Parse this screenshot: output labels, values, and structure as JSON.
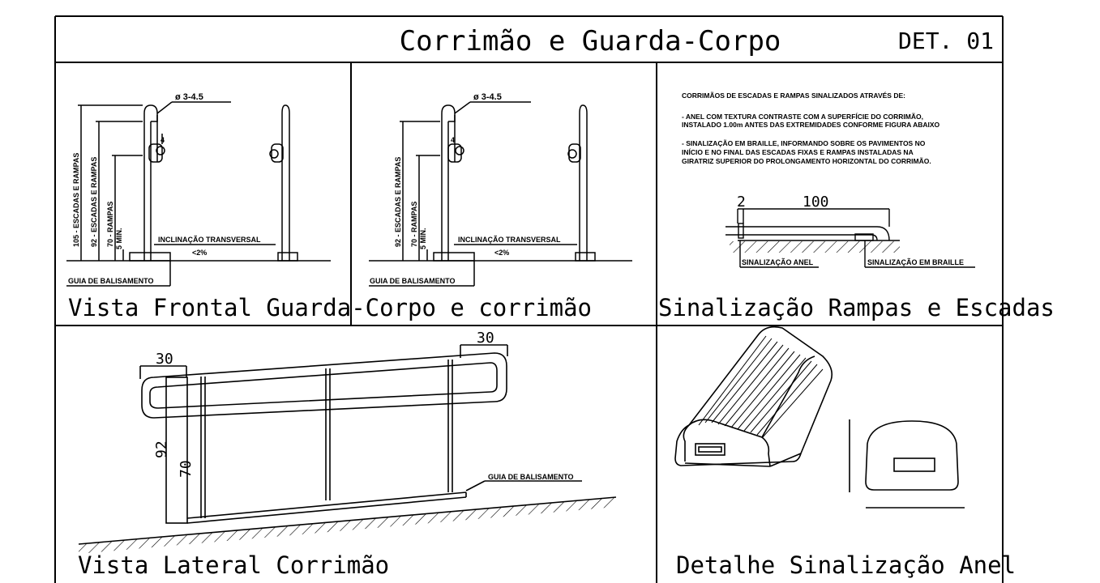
{
  "header": {
    "title": "Corrimão e Guarda-Corpo",
    "detail_code": "DET. 01"
  },
  "panel_front": {
    "caption": "Vista Frontal Guarda-Corpo e corrimão",
    "diameter_label": "ø 3-4.5",
    "dim_105": "105 - ESCADAS E RAMPAS",
    "dim_92": "92 - ESCADAS E RAMPAS",
    "dim_92_rampas": "92 - ESCADAS E RAMPAS",
    "dim_70": "70 - RAMPAS",
    "dim_5": "5 MIN.",
    "dim_4": "4",
    "inclination_label": "INCLINAÇÃO TRANSVERSAL",
    "inclination_value": "<2%",
    "guide_label": "GUIA DE BALISAMENTO"
  },
  "panel_signal": {
    "caption": "Sinalização Rampas e Escadas",
    "note_title": "CORRIMÃOS DE ESCADAS E RAMPAS SINALIZADOS ATRAVÉS DE:",
    "note_1a": "- ANEL COM TEXTURA CONTRASTE COM A SUPERFÍCIE DO CORRIMÃO,",
    "note_1b": "INSTALADO 1.00m ANTES DAS EXTREMIDADES CONFORME FIGURA ABAIXO",
    "note_2a": "- SINALIZAÇÃO EM BRAILLE, INFORMANDO SOBRE OS PAVIMENTOS NO",
    "note_2b": "INÍCIO E NO FINAL DAS ESCADAS FIXAS E RAMPAS INSTALADAS NA",
    "note_2c": "GIRATRIZ SUPERIOR DO PROLONGAMENTO HORIZONTAL DO CORRIMÃO.",
    "dim_2": "2",
    "dim_100": "100",
    "ring_label": "SINALIZAÇÃO ANEL",
    "braille_label": "SINALIZAÇÃO EM BRAILLE"
  },
  "panel_lateral": {
    "caption": "Vista Lateral Corrimão",
    "dim_30_left": "30",
    "dim_30_right": "30",
    "dim_92": "92",
    "dim_70": "70",
    "guide_label": "GUIA DE BALISAMENTO"
  },
  "panel_ring": {
    "caption": "Detalhe Sinalização Anel"
  }
}
